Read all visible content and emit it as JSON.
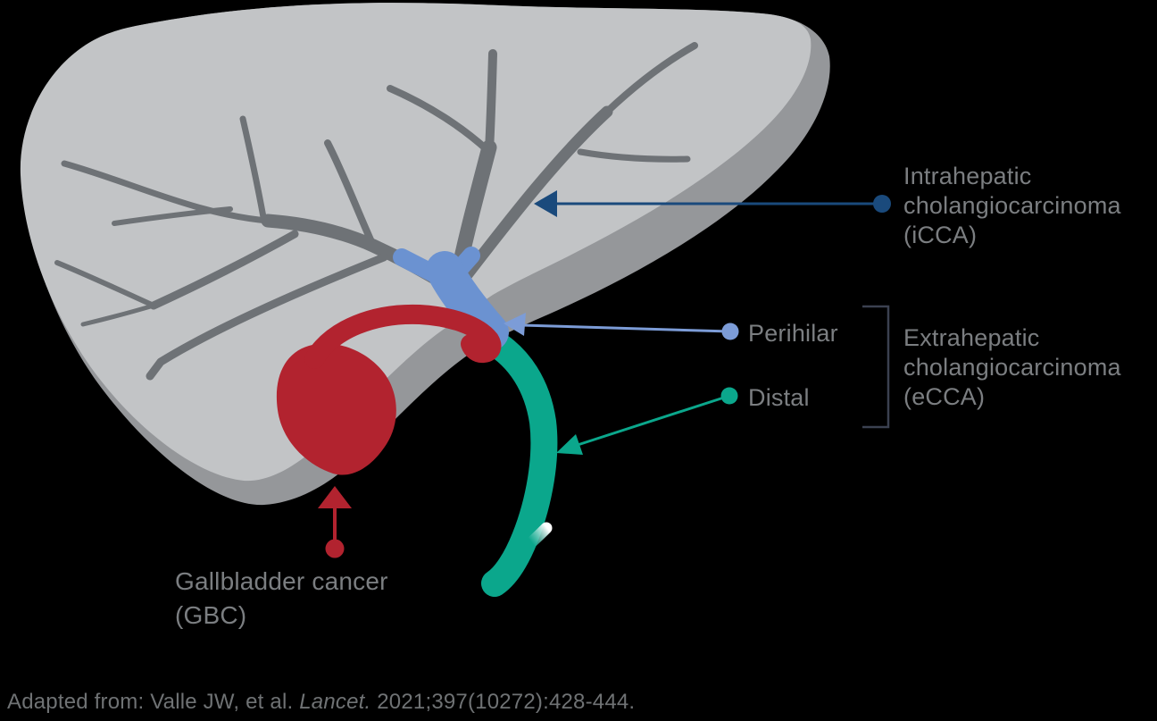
{
  "canvas": {
    "background": "#000000"
  },
  "annotations": {
    "icca": {
      "lines": [
        "Intrahepatic",
        "cholangiocarcinoma",
        "(iCCA)"
      ],
      "accent": "#1a4a7c"
    },
    "perihilar": {
      "label": "Perihilar",
      "accent": "#7c9cd7"
    },
    "distal": {
      "label": "Distal",
      "accent": "#0ba78c"
    },
    "ecca": {
      "lines": [
        "Extrahepatic",
        "cholangiocarcinoma",
        "(eCCA)"
      ],
      "bracket_color": "#3b4150"
    },
    "gbc": {
      "lines": [
        "Gallbladder cancer",
        "(GBC)"
      ],
      "accent": "#b2232f"
    }
  },
  "citation": {
    "prefix": "Adapted from: Valle JW, et al. ",
    "journal_italic": "Lancet.",
    "suffix": " 2021;397(10272):428-444."
  },
  "palette": {
    "liver_body": "#c2c4c6",
    "liver_shadow": "#95979a",
    "bile_duct_tree": "#6e7276",
    "perihilar_duct": "#6b92d1",
    "gallbladder": "#b2232f",
    "distal_duct": "#0ba78c",
    "label_text": "#7b7e81",
    "citation_text": "#6f7274",
    "fade_to": "#ffffff"
  }
}
